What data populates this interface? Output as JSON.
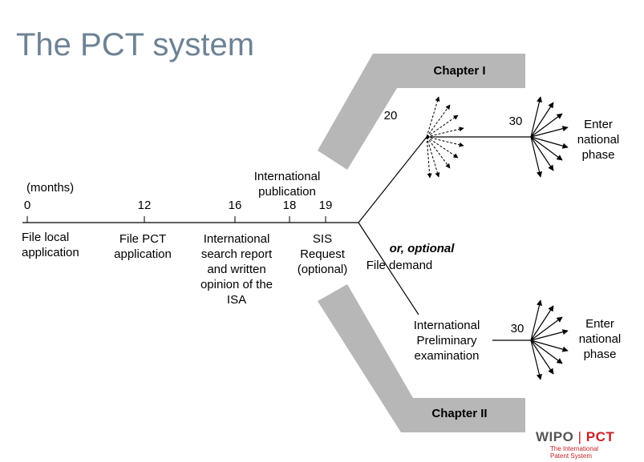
{
  "title": "The PCT system",
  "unit_label": "(months)",
  "timeline": {
    "ticks": [
      "0",
      "12",
      "16",
      "18",
      "19"
    ],
    "milestones": {
      "file_local": [
        "File local",
        "application"
      ],
      "file_pct": [
        "File PCT",
        "application"
      ],
      "isr": [
        "International",
        "search report",
        "and written",
        "opinion of the",
        "ISA"
      ],
      "publication": [
        "International",
        "publication"
      ],
      "sis": [
        "SIS",
        "Request",
        "(optional)"
      ]
    }
  },
  "chapter1": {
    "label": "Chapter I",
    "month_20": "20",
    "month_30": "30",
    "enter": [
      "Enter",
      "national",
      "phase"
    ]
  },
  "chapter2": {
    "label": "Chapter II",
    "or_optional": "or, optional",
    "file_demand": "File demand",
    "ipe": [
      "International",
      "Preliminary",
      "examination"
    ],
    "month_30": "30",
    "enter": [
      "Enter",
      "national",
      "phase"
    ]
  },
  "logo": {
    "wipo": "WIPO",
    "sep": "|",
    "pct": "PCT",
    "sub": [
      "The International",
      "Patent System"
    ]
  },
  "colors": {
    "title": "#6e8294",
    "band": "#b7b7b7",
    "logo_red": "#c62127"
  }
}
